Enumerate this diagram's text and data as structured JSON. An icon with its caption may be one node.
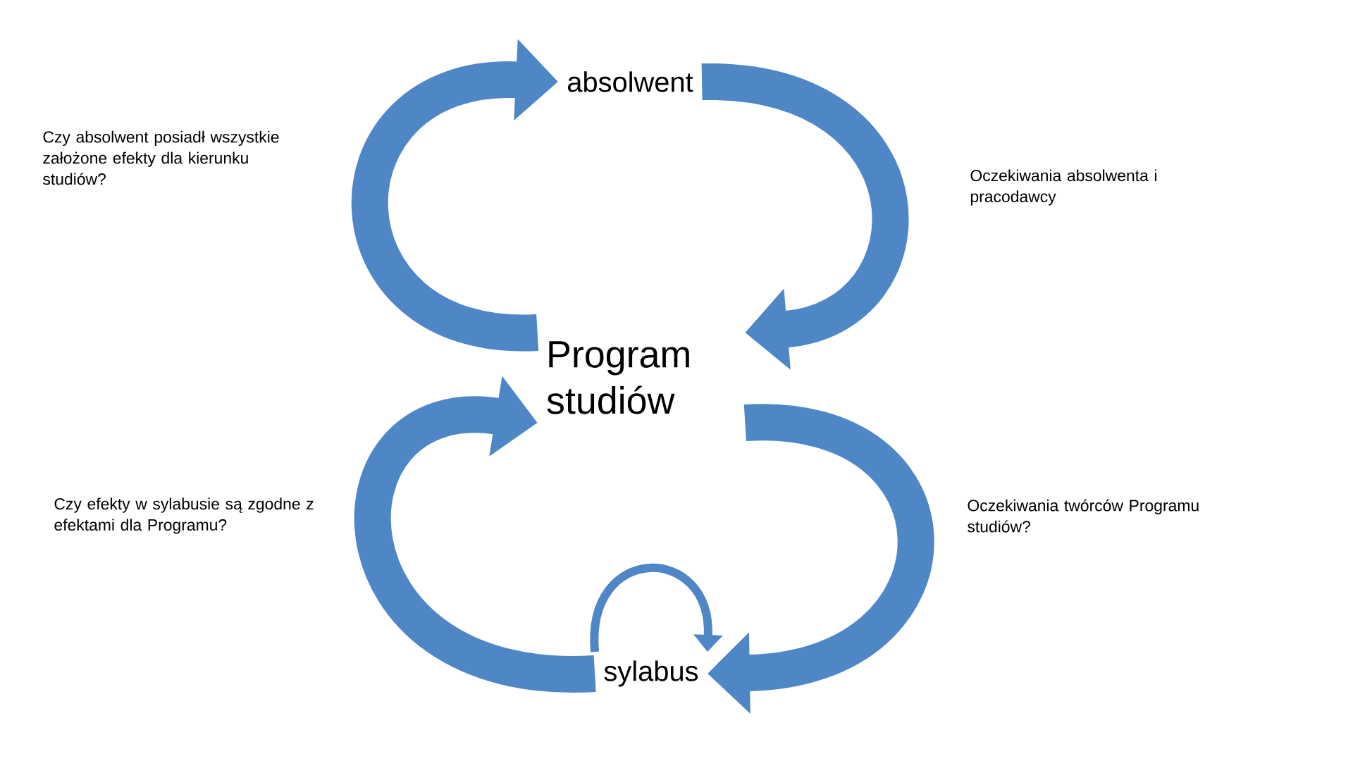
{
  "diagram": {
    "nodes": [
      {
        "text": [
          "absolwent"
        ]
      },
      {
        "text": [
          "Program studiów"
        ]
      },
      {
        "text": [
          "sylabus"
        ]
      }
    ],
    "edges": [
      {
        "from": 0,
        "to": 1,
        "arrow": "to"
      },
      {
        "from": 1,
        "to": 0,
        "arrow": "to"
      },
      {
        "from": 1,
        "to": 2,
        "arrow": "to"
      },
      {
        "from": 2,
        "to": 1,
        "arrow": "to"
      },
      {
        "from": 2,
        "to": 2,
        "arrow": "to"
      }
    ],
    "labels": [
      "Czy absolwent posiadł wszystkie założone efekty dla kierunku studiów?",
      "Oczekiwania absolwenta i pracodawcy",
      "Czy efekty w sylabusie są zgodne z efektami dla Programu?",
      "Oczekiwania twórców Programu studiów?"
    ]
  }
}
